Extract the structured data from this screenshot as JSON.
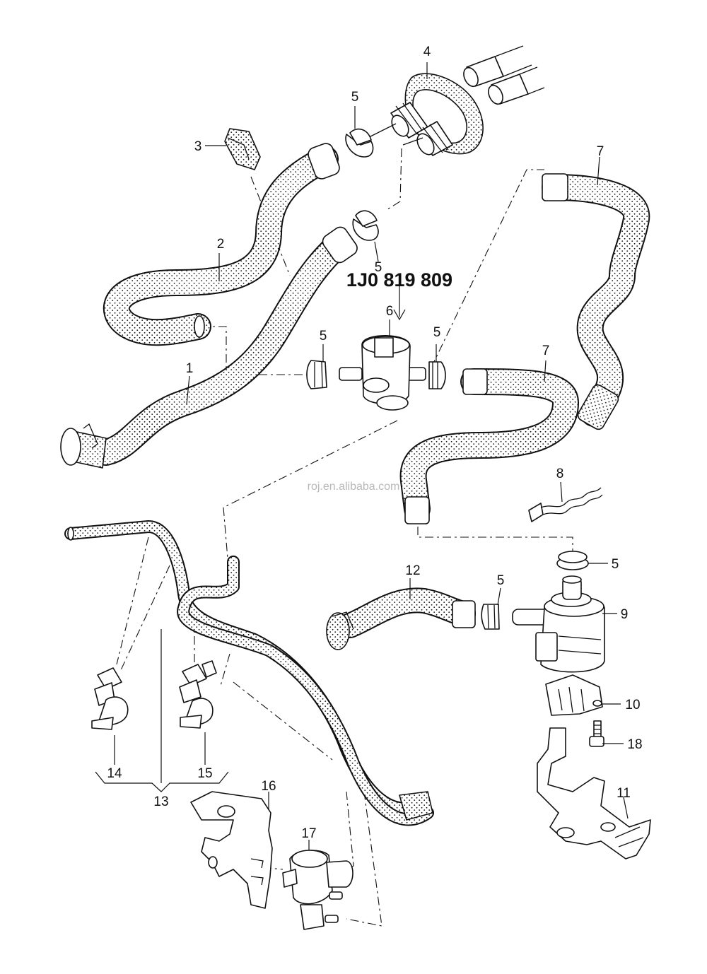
{
  "diagram": {
    "part_number": "1J0 819 809",
    "watermark": "roj.en.alibaba.com",
    "callouts": [
      {
        "id": "c-4",
        "label": "4"
      },
      {
        "id": "c-5a",
        "label": "5"
      },
      {
        "id": "c-3",
        "label": "3"
      },
      {
        "id": "c-7a",
        "label": "7"
      },
      {
        "id": "c-2",
        "label": "2"
      },
      {
        "id": "c-5b",
        "label": "5"
      },
      {
        "id": "c-6",
        "label": "6"
      },
      {
        "id": "c-5c",
        "label": "5"
      },
      {
        "id": "c-5d",
        "label": "5"
      },
      {
        "id": "c-7b",
        "label": "7"
      },
      {
        "id": "c-1",
        "label": "1"
      },
      {
        "id": "c-8",
        "label": "8"
      },
      {
        "id": "c-5e",
        "label": "5"
      },
      {
        "id": "c-12",
        "label": "12"
      },
      {
        "id": "c-5f",
        "label": "5"
      },
      {
        "id": "c-9",
        "label": "9"
      },
      {
        "id": "c-10",
        "label": "10"
      },
      {
        "id": "c-18",
        "label": "18"
      },
      {
        "id": "c-11",
        "label": "11"
      },
      {
        "id": "c-14",
        "label": "14"
      },
      {
        "id": "c-15",
        "label": "15"
      },
      {
        "id": "c-13",
        "label": "13"
      },
      {
        "id": "c-16",
        "label": "16"
      },
      {
        "id": "c-17",
        "label": "17"
      }
    ]
  }
}
